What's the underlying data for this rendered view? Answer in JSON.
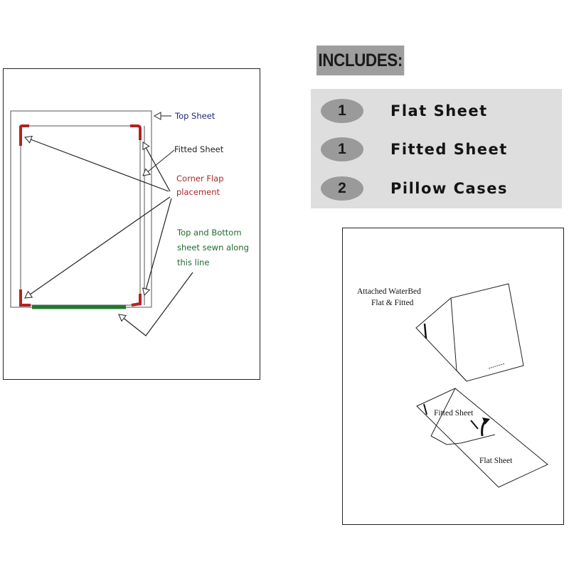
{
  "left_diagram": {
    "labels": {
      "top_sheet": "Top Sheet",
      "fitted_sheet": "Fitted Sheet",
      "corner_flap_1": "Corner Flap",
      "corner_flap_2": "placement",
      "seam_1": "Top and Bottom",
      "seam_2": "sheet sewn along",
      "seam_3": "this line"
    },
    "colors": {
      "top_label": "#1f2a7a",
      "corner_label": "#a52a2a",
      "seam_label": "#1f6b2a",
      "corner_mark": "#b22222",
      "seam_line": "#1e7a2e"
    }
  },
  "includes": {
    "title": "INCLUDES:",
    "items": [
      {
        "qty": "1",
        "label": "Flat Sheet"
      },
      {
        "qty": "1",
        "label": "Fitted Sheet"
      },
      {
        "qty": "2",
        "label": "Pillow Cases"
      }
    ]
  },
  "right_diagram": {
    "caption_1": "Attached WaterBed",
    "caption_2": "Flat & Fitted",
    "fitted_label": "Fitted Sheet",
    "flat_label": "Flat Sheet"
  }
}
